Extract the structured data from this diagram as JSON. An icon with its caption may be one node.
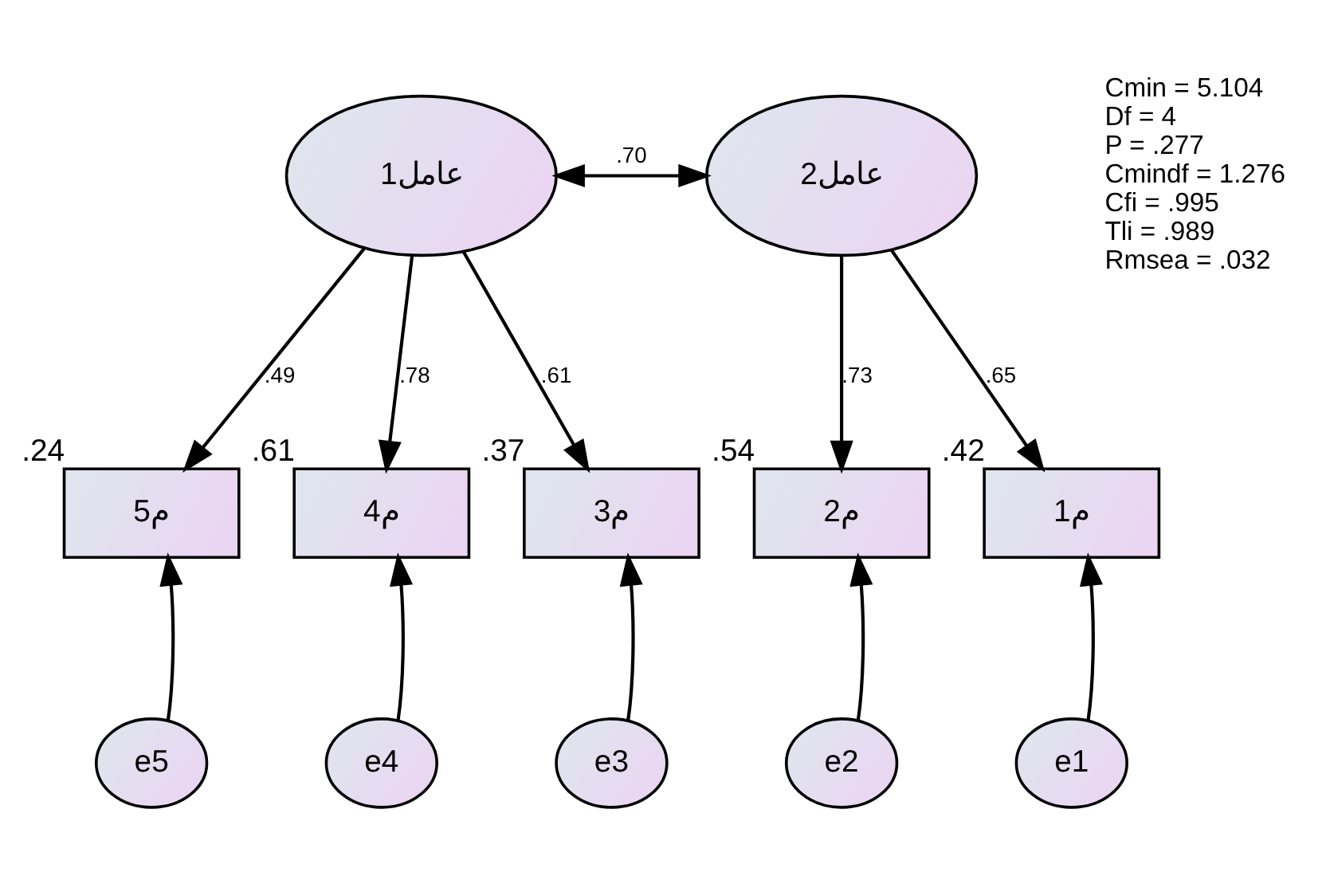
{
  "diagram": {
    "nodes": [
      {
        "text": [
          "عامل1"
        ]
      },
      {
        "text": [
          "عامل2"
        ]
      },
      {
        "text": [
          "م5"
        ],
        "beside": [
          ".24"
        ]
      },
      {
        "text": [
          "م4"
        ],
        "beside": [
          ".61"
        ]
      },
      {
        "text": [
          "م3"
        ],
        "beside": [
          ".37"
        ]
      },
      {
        "text": [
          "م2"
        ],
        "beside": [
          ".54"
        ]
      },
      {
        "text": [
          "م1"
        ],
        "beside": [
          ".42"
        ]
      },
      {
        "text": [
          "e5"
        ]
      },
      {
        "text": [
          "e4"
        ]
      },
      {
        "text": [
          "e3"
        ]
      },
      {
        "text": [
          "e2"
        ]
      },
      {
        "text": [
          "e1"
        ]
      }
    ],
    "edges": [
      {
        "from": 0,
        "to": 1,
        "arrow": "both",
        "label": ".70"
      },
      {
        "from": 0,
        "to": 2,
        "arrow": "to",
        "label": ".49"
      },
      {
        "from": 0,
        "to": 3,
        "arrow": "to",
        "label": ".78"
      },
      {
        "from": 0,
        "to": 4,
        "arrow": "to",
        "label": ".61"
      },
      {
        "from": 1,
        "to": 5,
        "arrow": "to",
        "label": ".73"
      },
      {
        "from": 1,
        "to": 6,
        "arrow": "to",
        "label": ".65"
      },
      {
        "from": 7,
        "to": 2,
        "arrow": "to"
      },
      {
        "from": 8,
        "to": 3,
        "arrow": "to"
      },
      {
        "from": 9,
        "to": 4,
        "arrow": "to"
      },
      {
        "from": 10,
        "to": 5,
        "arrow": "to"
      },
      {
        "from": 11,
        "to": 6,
        "arrow": "to"
      }
    ],
    "labels": [
      "Cmin = 5.104",
      "Df = 4",
      "P = .277",
      "Cmindf = 1.276",
      "Cfi = .995",
      "Tli = .989",
      "Rmsea = .032"
    ]
  }
}
